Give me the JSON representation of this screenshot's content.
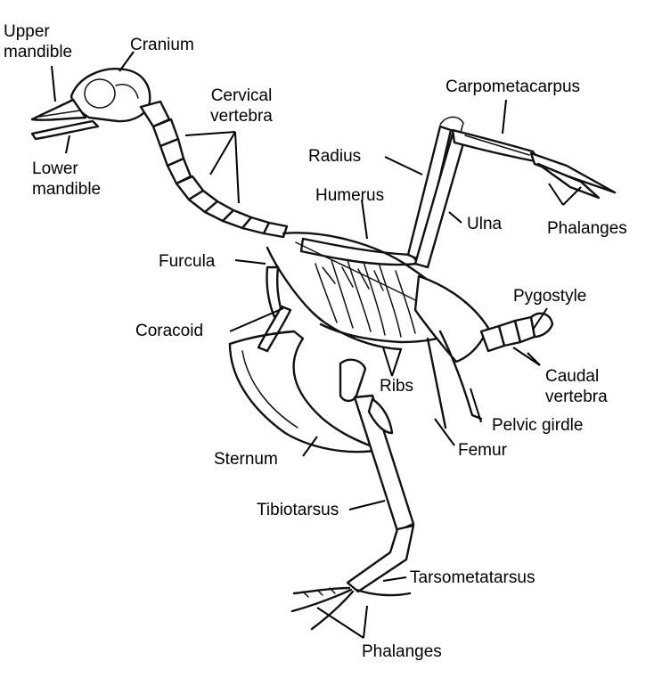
{
  "labels": {
    "upper_mandible": "Upper\nmandible",
    "cranium": "Cranium",
    "cervical_vertebra": "Cervical\nvertebra",
    "lower_mandible": "Lower\nmandible",
    "carpometacarpus": "Carpometacarpus",
    "radius": "Radius",
    "humerus": "Humerus",
    "ulna": "Ulna",
    "phalanges_wing": "Phalanges",
    "furcula": "Furcula",
    "pygostyle": "Pygostyle",
    "coracoid": "Coracoid",
    "caudal_vertebra": "Caudal\nvertebra",
    "ribs": "Ribs",
    "pelvic_girdle": "Pelvic girdle",
    "femur": "Femur",
    "sternum": "Sternum",
    "tibiotarsus": "Tibiotarsus",
    "tarsometatarsus": "Tarsometatarsus",
    "phalanges_foot": "Phalanges"
  }
}
